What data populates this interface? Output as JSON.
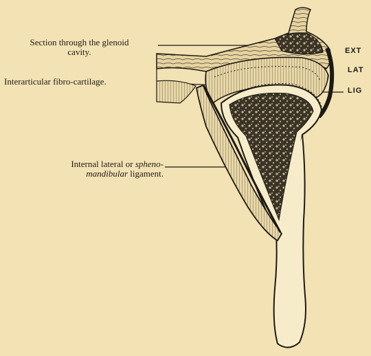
{
  "labels": {
    "glenoid_line1": "Section through the glenoid",
    "glenoid_line2": "cavity.",
    "interarticular": "Interarticular fibro-cartilage.",
    "internal_lateral_prefix": "Internal lateral or ",
    "internal_lateral_italic1": "spheno-",
    "internal_lateral_italic2": "mandibular",
    "internal_lateral_suffix": " ligament.",
    "external_lateral_1": "EXT",
    "external_lateral_2": "LAT",
    "external_lateral_3": "LIG"
  },
  "colors": {
    "paper": "#f2e2b4",
    "ink": "#1c1a14",
    "bone_fill": "#f7ecc9"
  }
}
